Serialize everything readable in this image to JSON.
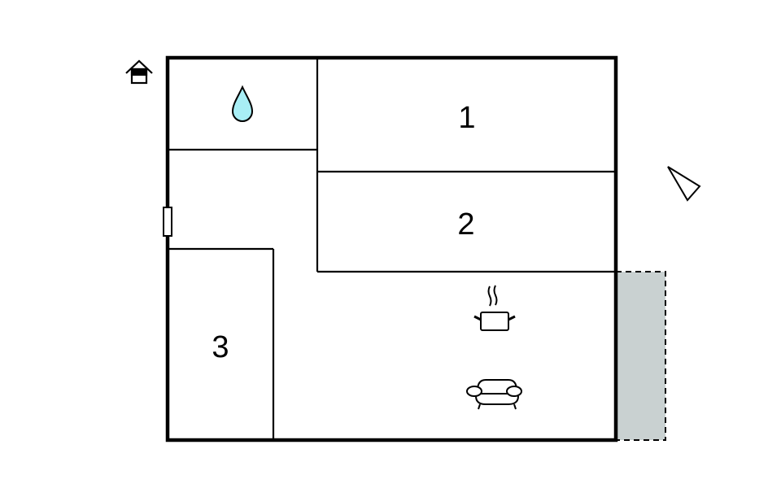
{
  "rooms": [
    {
      "label": "1",
      "type": "bedroom"
    },
    {
      "label": "2",
      "type": "bedroom"
    },
    {
      "label": "3",
      "type": "bedroom"
    }
  ],
  "icons": {
    "entrance": "house-entrance-icon",
    "bathroom": "water-drop-icon",
    "kitchen": "cooking-pot-icon",
    "living": "sofa-icon",
    "orientation": "compass-triangle-icon"
  },
  "colors": {
    "wall": "#000000",
    "water": "#a8eef5",
    "terrace": "#c9d1d1"
  }
}
